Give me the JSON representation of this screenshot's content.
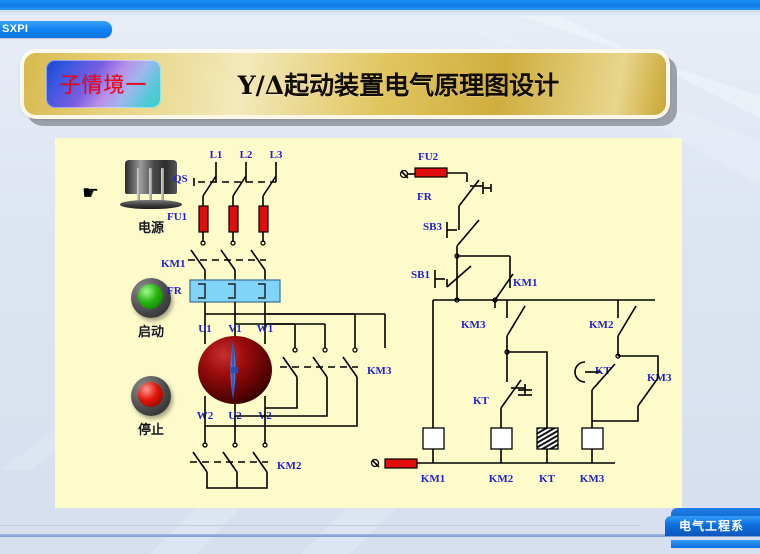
{
  "window": {
    "org_tab": "SXPI",
    "department_footer": "电气工程系"
  },
  "header": {
    "badge_label": "子情境一",
    "title": "Y/Δ起动装置电气原理图设计",
    "badge_text_color": "#f00316",
    "bar_color": "#e0c55f"
  },
  "devices": [
    {
      "name": "power-source",
      "label": "电源",
      "icon": "plug-icon",
      "color": "#3a3a3a"
    },
    {
      "name": "start-lamp",
      "label": "启动",
      "icon": "green-indicator-lamp",
      "color": "#27b60f"
    },
    {
      "name": "stop-lamp",
      "label": "停止",
      "icon": "red-indicator-lamp",
      "color": "#e01509"
    }
  ],
  "power_circuit": {
    "phase_labels": [
      "L1",
      "L2",
      "L3"
    ],
    "disconnect_switch": "QS",
    "fuse": "FU1",
    "main_contactor": "KM1",
    "thermal_relay": "FR",
    "motor_top_terminals": [
      "U1",
      "V1",
      "W1"
    ],
    "motor_bottom_terminals": [
      "W2",
      "U2",
      "V2"
    ],
    "delta_contactor": "KM3",
    "star_contactor": "KM2",
    "motor_color": "#9a0b0b"
  },
  "control_circuit": {
    "fuse": "FU2",
    "thermal_relay_contact": "FR",
    "stop_button": "SB3",
    "start_button": "SB1",
    "holding_contact": "KM1",
    "interlock_left": "KM3",
    "interlock_right": "KM2",
    "timer_contact_left": "KT",
    "timer_contact_right": "KT",
    "interlock_km3": "KM3",
    "coils": [
      "KM1",
      "KM2",
      "KT",
      "KM3"
    ],
    "coil_fill": "#ffffff",
    "timer_coil_fill": "hatched"
  },
  "canvas": {
    "background": "#fdfbca"
  }
}
